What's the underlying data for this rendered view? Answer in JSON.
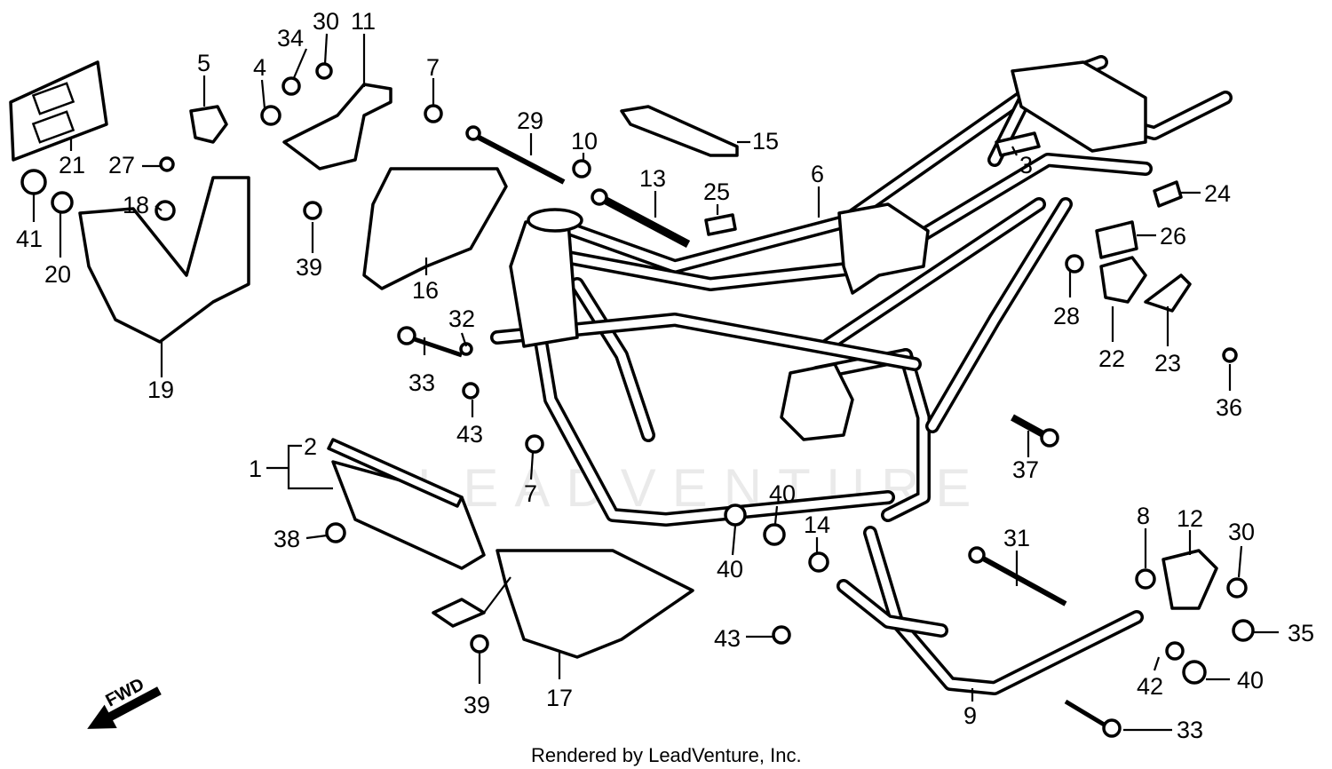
{
  "footer_text": "Rendered by LeadVenture, Inc.",
  "watermark_text": "LEADVENTURE",
  "fwd_label": "FWD",
  "callouts": {
    "c1": "1",
    "c2": "2",
    "c3": "3",
    "c4": "4",
    "c5": "5",
    "c6": "6",
    "c7a": "7",
    "c7b": "7",
    "c8": "8",
    "c9": "9",
    "c10": "10",
    "c11": "11",
    "c12": "12",
    "c13": "13",
    "c14": "14",
    "c15": "15",
    "c16": "16",
    "c17": "17",
    "c18": "18",
    "c19": "19",
    "c20": "20",
    "c21": "21",
    "c22": "22",
    "c23": "23",
    "c24": "24",
    "c25": "25",
    "c26": "26",
    "c27": "27",
    "c28": "28",
    "c29": "29",
    "c30a": "30",
    "c30b": "30",
    "c31": "31",
    "c32": "32",
    "c33a": "33",
    "c33b": "33",
    "c34": "34",
    "c35": "35",
    "c36": "36",
    "c37": "37",
    "c38": "38",
    "c39a": "39",
    "c39b": "39",
    "c40a": "40",
    "c40b": "40",
    "c40c": "40",
    "c41": "41",
    "c42": "42",
    "c43a": "43",
    "c43b": "43"
  }
}
